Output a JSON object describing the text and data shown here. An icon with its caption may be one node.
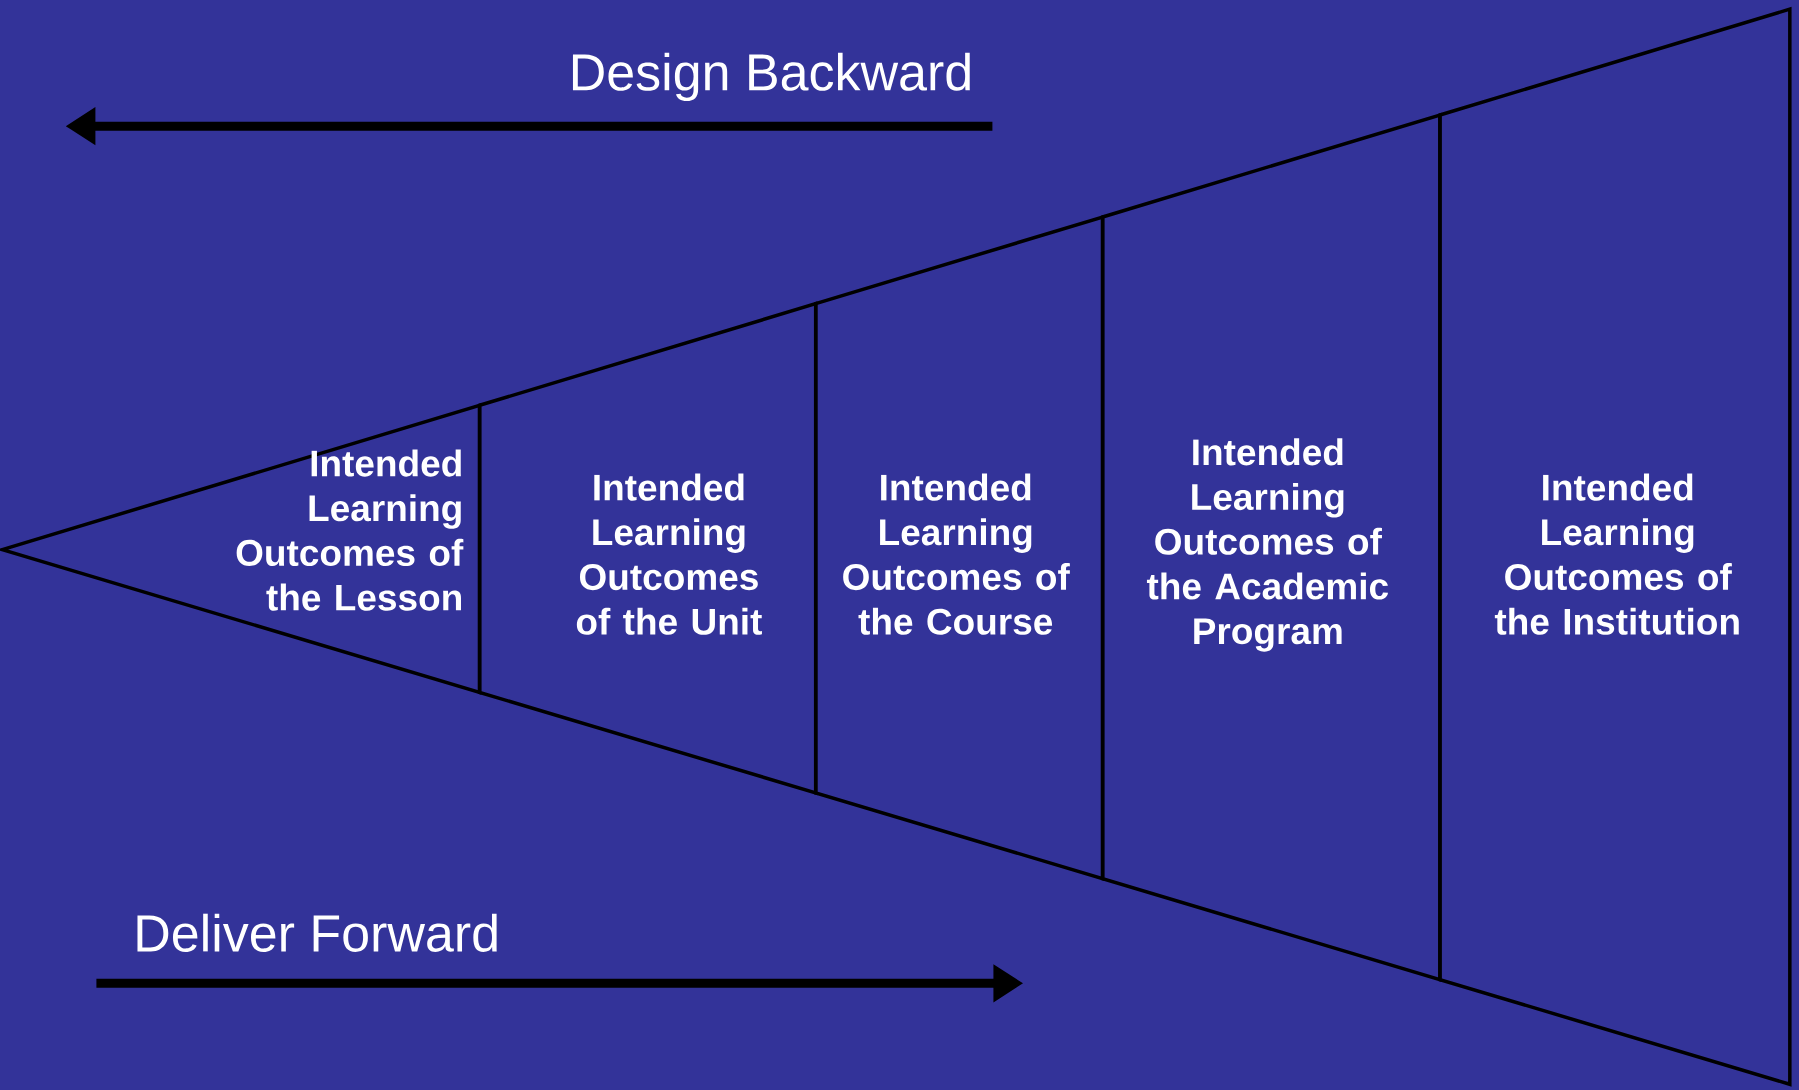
{
  "diagram": {
    "nodes": [
      {
        "text": [
          "Intended Learning Outcomes of the Lesson"
        ]
      },
      {
        "text": [
          "Intended Learning Outcomes of the Unit"
        ]
      },
      {
        "text": [
          "Intended Learning Outcomes of the Course"
        ]
      },
      {
        "text": [
          "Intended Learning Outcomes of the Academic Program"
        ]
      },
      {
        "text": [
          "Intended Learning Outcomes of the Institution"
        ]
      }
    ],
    "labels": [
      "Design Backward",
      "Deliver Forward"
    ]
  }
}
